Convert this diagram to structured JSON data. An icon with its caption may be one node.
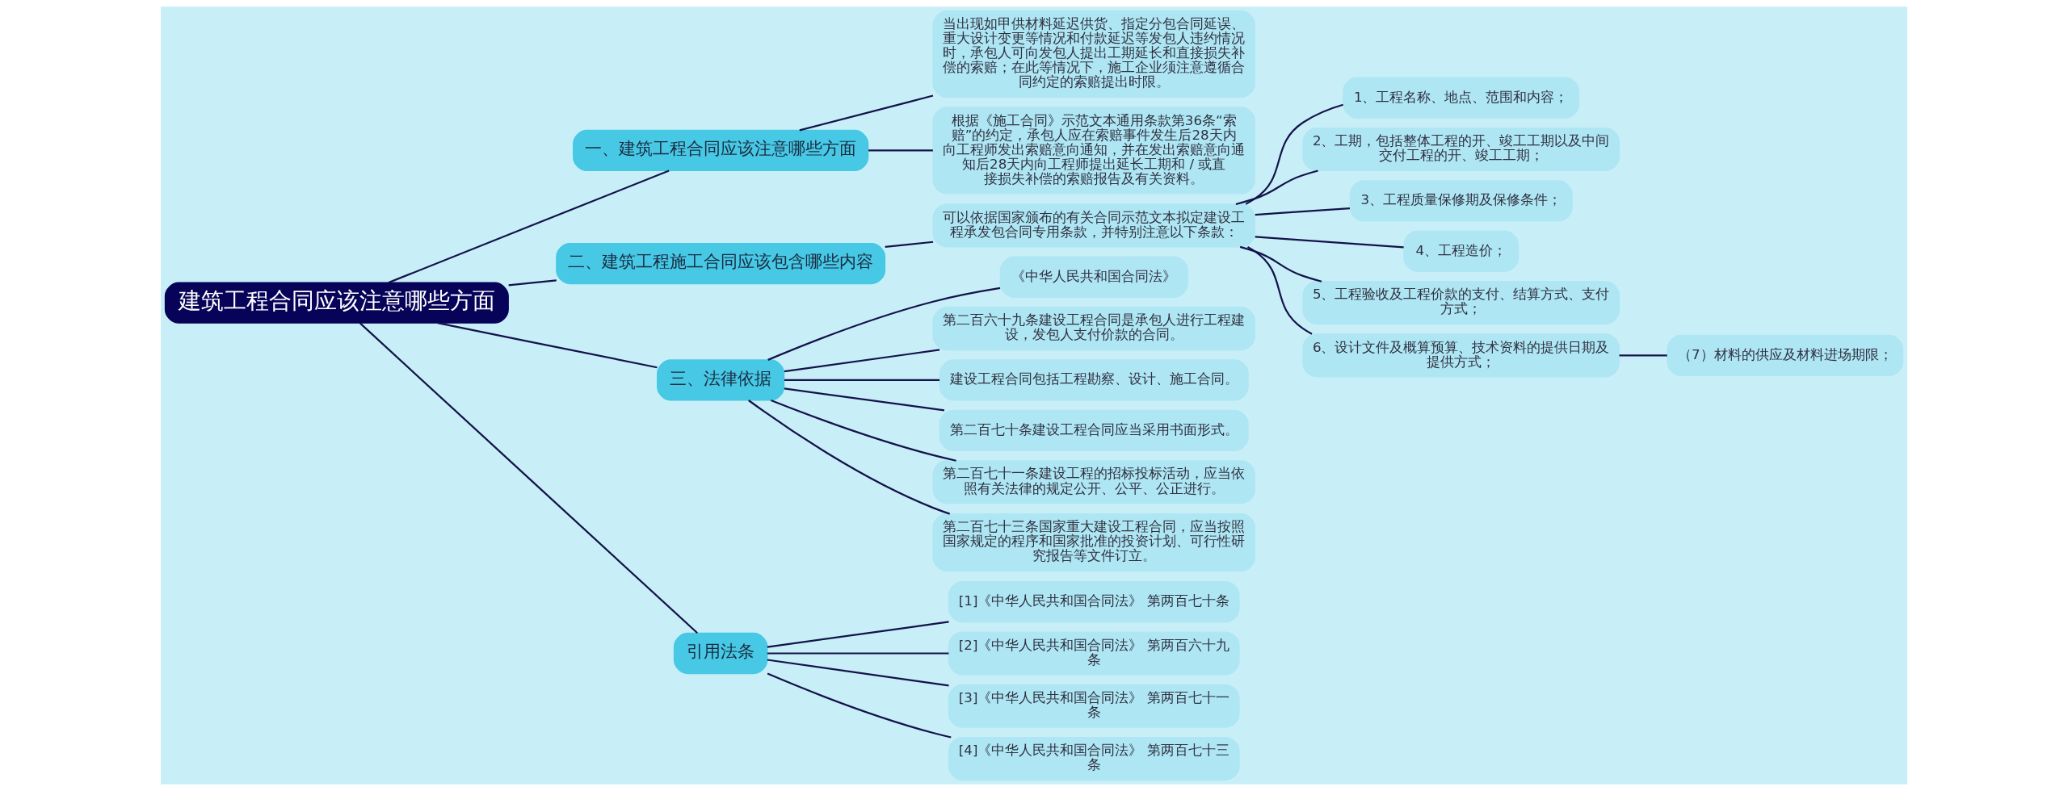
{
  "diagram": {
    "nodes": [
      {
        "text": [
          "建筑工程合同应该注意哪些方面"
        ]
      },
      {
        "text": [
          "一、建筑工程合同应该注意哪些方面"
        ]
      },
      {
        "text": [
          "当出现如甲供材料延迟供货、指定分包合同延误、重大设计变更等情况和付款延迟等发包人违约情况时，承包人可向发包人提出工期延长和直接损失补偿的索赔；在此等情况下，施工企业须注意遵循合同约定的索赔提出时限。"
        ]
      },
      {
        "text": [
          "根据《施工合同》示范文本通用条款第36条“索赔”的约定，承包人应在索赔事件发生后28天内向工程师发出索赔意向通知，并在发出索赔意向通知后28天内向工程师提出延长工期和 / 或直接损失补偿的索赔报告及有关资料。"
        ]
      },
      {
        "text": [
          "二、建筑工程施工合同应该包含哪些内容"
        ]
      },
      {
        "text": [
          "可以依据国家颁布的有关合同示范文本拟定建设工程承发包合同专用条款，并特别注意以下条款："
        ]
      },
      {
        "text": [
          "1、工程名称、地点、范围和内容；"
        ]
      },
      {
        "text": [
          "2、工期，包括整体工程的开、竣工工期以及中间交付工程的开、竣工工期；"
        ]
      },
      {
        "text": [
          "3、工程质量保修期及保修条件；"
        ]
      },
      {
        "text": [
          "4、工程造价；"
        ]
      },
      {
        "text": [
          "5、工程验收及工程价款的支付、结算方式、支付方式；"
        ]
      },
      {
        "text": [
          "6、设计文件及概算预算、技术资料的提供日期及提供方式；"
        ]
      },
      {
        "text": [
          "（7）材料的供应及材料进场期限；"
        ]
      },
      {
        "text": [
          "三、法律依据"
        ]
      },
      {
        "text": [
          "《中华人民共和国合同法》"
        ]
      },
      {
        "text": [
          "第二百六十九条建设工程合同是承包人进行工程建设，发包人支付价款的合同。"
        ]
      },
      {
        "text": [
          "建设工程合同包括工程勘察、设计、施工合同。"
        ]
      },
      {
        "text": [
          "第二百七十条建设工程合同应当采用书面形式。"
        ]
      },
      {
        "text": [
          "第二百七十一条建设工程的招标投标活动，应当依照有关法律的规定公开、公平、公正进行。"
        ]
      },
      {
        "text": [
          "第二百七十三条国家重大建设工程合同，应当按照国家规定的程序和国家批准的投资计划、可行性研究报告等文件订立。"
        ]
      },
      {
        "text": [
          "引用法条"
        ]
      },
      {
        "text": [
          "[1]《中华人民共和国合同法》 第两百七十条"
        ]
      },
      {
        "text": [
          "[2]《中华人民共和国合同法》 第两百六十九条"
        ]
      },
      {
        "text": [
          "[3]《中华人民共和国合同法》 第两百七十一条"
        ]
      },
      {
        "text": [
          "[4]《中华人民共和国合同法》 第两百七十三条"
        ]
      }
    ],
    "edges": [
      {
        "from": 0,
        "to": 1,
        "arrow": "none"
      },
      {
        "from": 1,
        "to": 2,
        "arrow": "none"
      },
      {
        "from": 1,
        "to": 3,
        "arrow": "none"
      },
      {
        "from": 0,
        "to": 4,
        "arrow": "none"
      },
      {
        "from": 4,
        "to": 5,
        "arrow": "none"
      },
      {
        "from": 5,
        "to": 6,
        "arrow": "none"
      },
      {
        "from": 5,
        "to": 7,
        "arrow": "none"
      },
      {
        "from": 5,
        "to": 8,
        "arrow": "none"
      },
      {
        "from": 5,
        "to": 9,
        "arrow": "none"
      },
      {
        "from": 5,
        "to": 10,
        "arrow": "none"
      },
      {
        "from": 5,
        "to": 11,
        "arrow": "none"
      },
      {
        "from": 11,
        "to": 12,
        "arrow": "none"
      },
      {
        "from": 0,
        "to": 13,
        "arrow": "none"
      },
      {
        "from": 13,
        "to": 14,
        "arrow": "none"
      },
      {
        "from": 13,
        "to": 15,
        "arrow": "none"
      },
      {
        "from": 13,
        "to": 16,
        "arrow": "none"
      },
      {
        "from": 13,
        "to": 17,
        "arrow": "none"
      },
      {
        "from": 13,
        "to": 18,
        "arrow": "none"
      },
      {
        "from": 13,
        "to": 19,
        "arrow": "none"
      },
      {
        "from": 0,
        "to": 20,
        "arrow": "none"
      },
      {
        "from": 20,
        "to": 21,
        "arrow": "none"
      },
      {
        "from": 20,
        "to": 22,
        "arrow": "none"
      },
      {
        "from": 20,
        "to": 23,
        "arrow": "none"
      },
      {
        "from": 20,
        "to": 24,
        "arrow": "none"
      }
    ]
  }
}
